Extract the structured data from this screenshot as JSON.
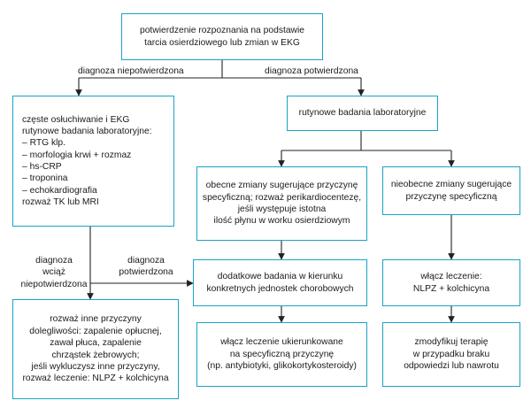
{
  "nodes": {
    "root": [
      "potwierdzenie rozpoznania na podstawie",
      "tarcia osierdziowego lub zmian w EKG"
    ],
    "left1": [
      "częste osłuchiwanie i EKG",
      "rutynowe badania laboratoryjne:",
      "– RTG klp.",
      "– morfologia krwi + rozmaz",
      "– hs-CRP",
      "– troponina",
      "– echokardiografia",
      "rozważ TK lub MRI"
    ],
    "right1": [
      "rutynowe badania laboratoryjne"
    ],
    "mid2": [
      "obecne zmiany sugerujące przyczynę",
      "specyficzną; rozważ perikardiocentezę,",
      "jeśli występuje istotna",
      "ilość płynu w worku osierdziowym"
    ],
    "right2": [
      "nieobecne zmiany sugerujące",
      "przyczynę specyficzną"
    ],
    "mid3": [
      "dodatkowe badania w kierunku",
      "konkretnych jednostek chorobowych"
    ],
    "right3": [
      "włącz leczenie:",
      "NLPZ + kolchicyna"
    ],
    "left2": [
      "rozważ inne przyczyny",
      "dolegliwości: zapalenie opłucnej,",
      "zawał płuca, zapalenie",
      "chrząstek żebrowych;",
      "jeśli wykluczysz inne przyczyny,",
      "rozważ leczenie: NLPZ + kolchicyna"
    ],
    "mid4": [
      "włącz leczenie ukierunkowane",
      "na specyficzną przyczynę",
      "(np. antybiotyki, glikokortykosteroidy)"
    ],
    "right4": [
      "zmodyfikuj terapię",
      "w przypadku braku",
      "odpowiedzi lub nawrotu"
    ]
  },
  "labels": {
    "not_confirmed": [
      "diagnoza niepotwierdzona"
    ],
    "confirmed": [
      "diagnoza potwierdzona"
    ],
    "still_not_confirmed": [
      "diagnoza",
      "wciąż",
      "niepotwierdzona"
    ],
    "confirmed2": [
      "diagnoza",
      "potwierdzona"
    ]
  },
  "colors": {
    "border": "#1aa3c9",
    "arrow": "#222222",
    "text": "#1a1a1a"
  }
}
